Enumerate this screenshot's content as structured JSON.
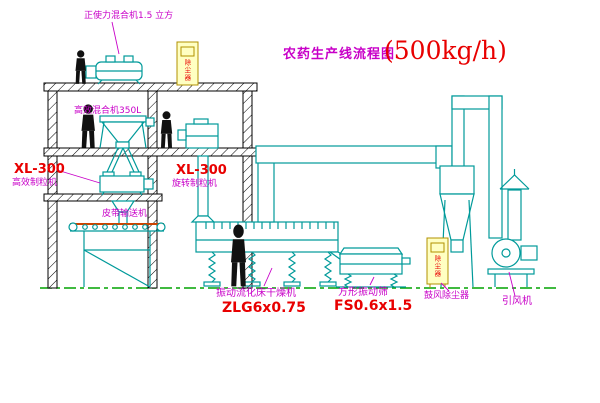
{
  "title": {
    "main": "农药生产线流程图",
    "capacity": "(500kg/h)"
  },
  "labels": {
    "top_mixer": "正使力混合机1.5 立方",
    "second_mixer": "高效混合机350L",
    "left_granulator_model": "XL-300",
    "left_granulator_name": "高效制粒机",
    "mid_granulator_model": "XL-300",
    "mid_granulator_name": "旋转制粒机",
    "belt_conveyor": "皮带输送机",
    "dryer_name": "振动流化床干燥机",
    "dryer_model": "ZLG6x0.75",
    "sieve_name": "方形振动筛",
    "sieve_model": "FS0.6x1.5",
    "dust_collector": "鼓风除尘器",
    "induced_fan": "引风机",
    "cabinet_top_text": "除尘器",
    "cabinet_bottom_text": "除尘器"
  },
  "colors": {
    "label_magenta": "#c800c8",
    "model_red": "#e80000",
    "equipment_cyan": "#009a9a",
    "cabinet_yellow": "#ffffc2",
    "cabinet_border": "#b09000",
    "structure_black": "#000000",
    "ground_green": "#00a400",
    "belt_orange": "#cc4400"
  }
}
